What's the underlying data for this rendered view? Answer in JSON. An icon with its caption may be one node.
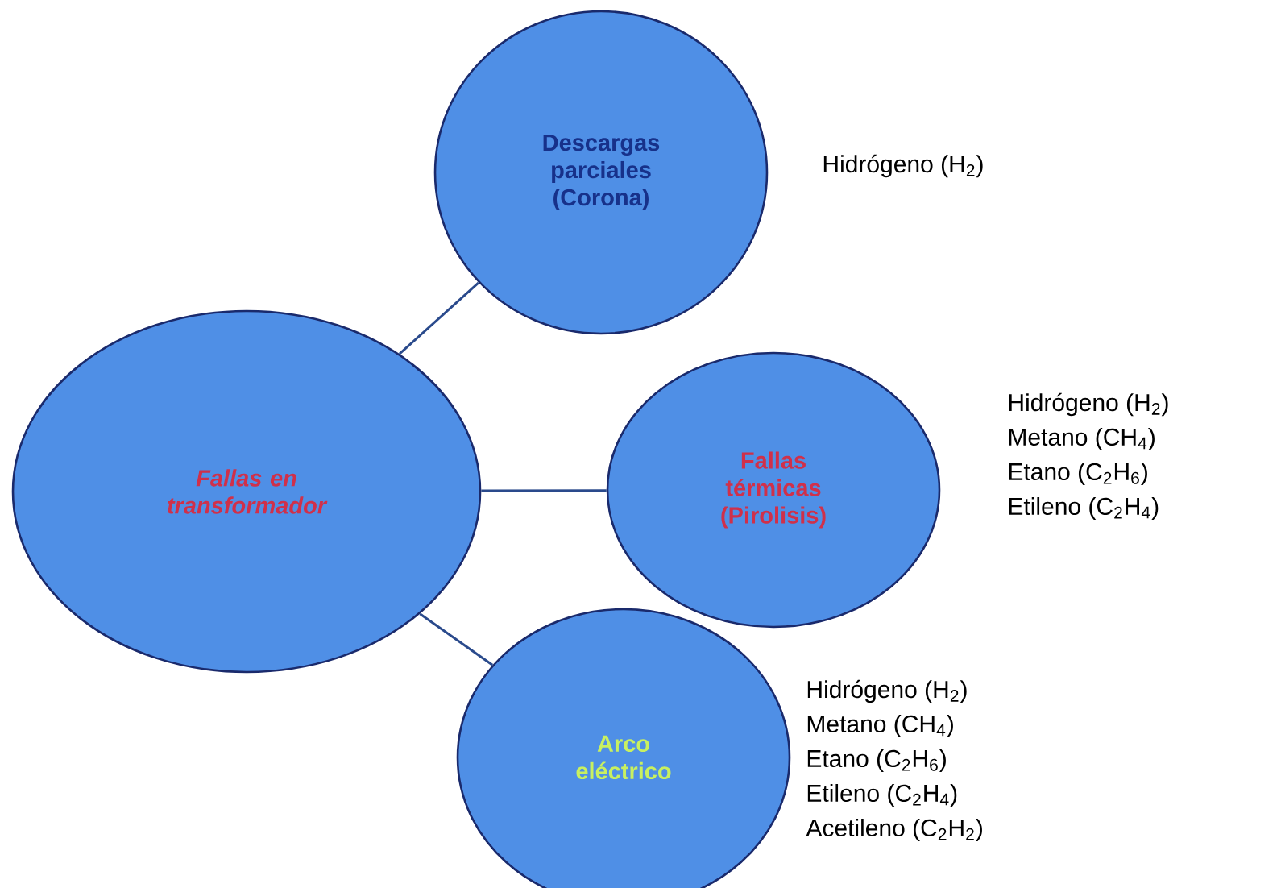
{
  "diagram": {
    "nodes": [
      {
        "text": [
          "Fallas en transformador"
        ]
      },
      {
        "text": [
          "Descargas parciales (Corona)"
        ],
        "beside": [
          "Hidrógeno (H$_{2}$)"
        ]
      },
      {
        "text": [
          "Fallas térmicas (Pirolisis)"
        ],
        "beside": [
          "Hidrógeno (H$_{2}$)",
          "Metano (CH$_{4}$)",
          "Etano (C$_{2}$H$_{6}$)",
          "Etileno (C$_{2}$H$_{4}$)"
        ]
      },
      {
        "text": [
          "Arco eléctrico"
        ],
        "beside": [
          "Hidrógeno (H$_{2}$)",
          "Metano (CH$_{4}$)",
          "Etano (C$_{2}$H$_{6}$)",
          "Etileno (C$_{2}$H$_{4}$)",
          "Acetileno (C$_{2}$H$_{2}$)"
        ]
      }
    ],
    "edges": [
      {
        "from": 0,
        "to": 1,
        "arrow": "none"
      },
      {
        "from": 0,
        "to": 2,
        "arrow": "none"
      },
      {
        "from": 0,
        "to": 3,
        "arrow": "none"
      }
    ]
  }
}
